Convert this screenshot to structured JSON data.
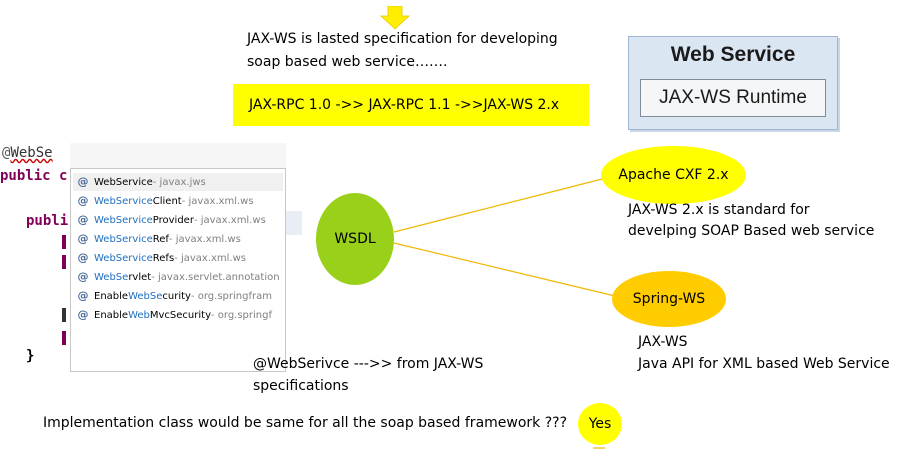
{
  "intro_lines": [
    "JAX-WS is lasted specification for developing",
    "soap based web service……."
  ],
  "banner_text": "JAX-RPC 1.0 ->> JAX-RPC 1.1 ->>JAX-WS 2.x",
  "web_service_box": {
    "title": "Web Service",
    "inner": "JAX-WS Runtime"
  },
  "ide": {
    "annotation_prefix": "@",
    "annotation_typed": "WebSe",
    "line_public_1": "public c",
    "line_public_2": "publi",
    "closing_brace": "}"
  },
  "autocomplete": [
    {
      "prefix": "",
      "match": "",
      "rest": "WebService",
      "pkg": " - javax.jws",
      "selected": true
    },
    {
      "prefix": "",
      "match": "WebService",
      "rest": "Client",
      "pkg": " - javax.xml.ws",
      "selected": false
    },
    {
      "prefix": "",
      "match": "WebService",
      "rest": "Provider",
      "pkg": " - javax.xml.ws",
      "selected": false
    },
    {
      "prefix": "",
      "match": "WebService",
      "rest": "Ref",
      "pkg": " - javax.xml.ws",
      "selected": false
    },
    {
      "prefix": "",
      "match": "WebService",
      "rest": "Refs",
      "pkg": " - javax.xml.ws",
      "selected": false
    },
    {
      "prefix": "",
      "match": "WebSe",
      "rest": "rvlet",
      "pkg": " - javax.servlet.annotation",
      "selected": false
    },
    {
      "prefix": "Enable",
      "match": "WebSe",
      "rest": "curity",
      "pkg": " - org.springfram",
      "selected": false
    },
    {
      "prefix": "Enable",
      "match": "Web",
      "rest": "MvcSecurity",
      "pkg": " - org.springf",
      "selected": false
    }
  ],
  "autocomplete_icon": "@",
  "nodes": {
    "wsdl": "WSDL",
    "cxf": "Apache CXF 2.x",
    "spring": "Spring-WS",
    "yes": "Yes"
  },
  "cxf_note_lines": [
    "JAX-WS 2.x is standard for",
    "develping SOAP Based web service"
  ],
  "spring_note_lines": [
    "JAX-WS",
    "Java API for XML based Web Service"
  ],
  "webservice_note_lines": [
    "@WebSerivce --->> from JAX-WS",
    "specifications"
  ],
  "question": "Implementation class would be same for all the soap based framework ???",
  "colors": {
    "banner": "#ffff00",
    "wsdl": "#99d11a",
    "cxf": "#ffff00",
    "spring": "#ffcc00",
    "connector": "#f0b800",
    "arrow": "#ffee00"
  },
  "icons": {
    "down_arrow": "down-arrow-icon",
    "annotation": "annotation-icon"
  }
}
